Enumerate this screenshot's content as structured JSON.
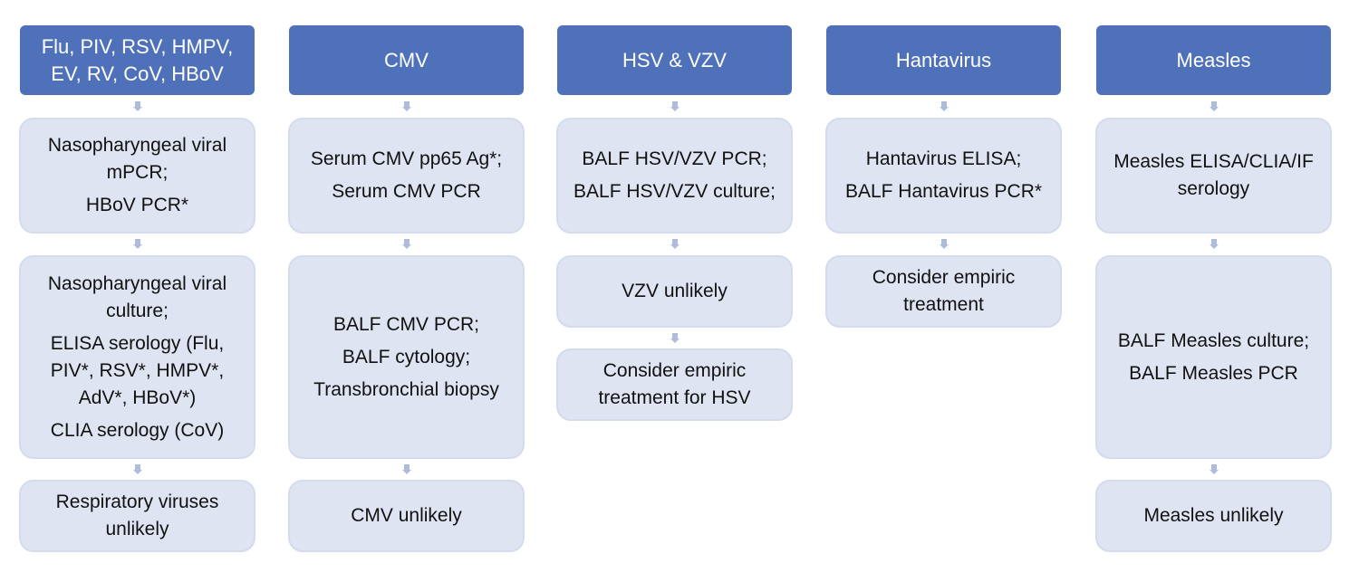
{
  "columns": [
    {
      "header": [
        "Flu, PIV, RSV, HMPV,",
        "EV, RV, CoV, HBoV"
      ],
      "boxes": [
        [
          [
            "Nasopharyngeal viral",
            "mPCR;"
          ],
          [
            "HBoV PCR*"
          ]
        ],
        [
          [
            "Nasopharyngeal viral",
            "culture;"
          ],
          [
            "ELISA serology (Flu,",
            "PIV*, RSV*, HMPV*,",
            "AdV*, HBoV*)"
          ],
          [
            "CLIA serology (CoV)"
          ]
        ],
        [
          [
            "Respiratory viruses",
            "unlikely"
          ]
        ]
      ]
    },
    {
      "header": [
        "CMV"
      ],
      "boxes": [
        [
          [
            "Serum CMV pp65 Ag*;"
          ],
          [
            "Serum CMV PCR"
          ]
        ],
        [
          [
            "BALF CMV PCR;"
          ],
          [
            "BALF cytology;"
          ],
          [
            "Transbronchial biopsy"
          ]
        ],
        [
          [
            "CMV unlikely"
          ]
        ]
      ]
    },
    {
      "header": [
        "HSV & VZV"
      ],
      "boxes": [
        [
          [
            "BALF HSV/VZV PCR;"
          ],
          [
            "BALF HSV/VZV culture;"
          ]
        ],
        [
          [
            "VZV unlikely"
          ]
        ],
        [
          [
            "Consider empiric",
            "treatment for HSV"
          ]
        ]
      ]
    },
    {
      "header": [
        "Hantavirus"
      ],
      "boxes": [
        [
          [
            "Hantavirus ELISA;"
          ],
          [
            "BALF Hantavirus PCR*"
          ]
        ],
        [
          [
            "Consider empiric",
            "treatment"
          ]
        ]
      ]
    },
    {
      "header": [
        "Measles"
      ],
      "boxes": [
        [
          [
            "Measles ELISA/CLIA/IF",
            "serology"
          ]
        ],
        [
          [
            "BALF Measles culture;"
          ],
          [
            "BALF Measles PCR"
          ]
        ],
        [
          [
            "Measles unlikely"
          ]
        ]
      ]
    }
  ]
}
